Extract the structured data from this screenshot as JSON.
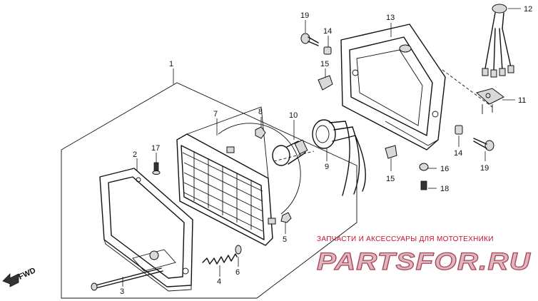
{
  "diagram": {
    "part_numbers": {
      "p1": "1",
      "p2": "2",
      "p3": "3",
      "p4": "4",
      "p5": "5",
      "p6": "6",
      "p7": "7",
      "p8": "8",
      "p9": "9",
      "p10": "10",
      "p11": "11",
      "p12": "12",
      "p13": "13",
      "p14a": "14",
      "p14b": "14",
      "p15a": "15",
      "p15b": "15",
      "p16": "16",
      "p17": "17",
      "p18": "18",
      "p19a": "19",
      "p19b": "19"
    },
    "direction_label": "FWD",
    "icons": {
      "direction": "fwd-arrow-icon"
    }
  },
  "watermark": {
    "tagline": "ЗАПЧАСТИ И АКСЕССУАРЫ ДЛЯ МОТОТЕХНИКИ",
    "brand": "PARTSFOR.RU",
    "colors": {
      "tagline": "#c8102e",
      "brand_fill": "#d9b9bf",
      "brand_stroke": "#b04256"
    }
  }
}
